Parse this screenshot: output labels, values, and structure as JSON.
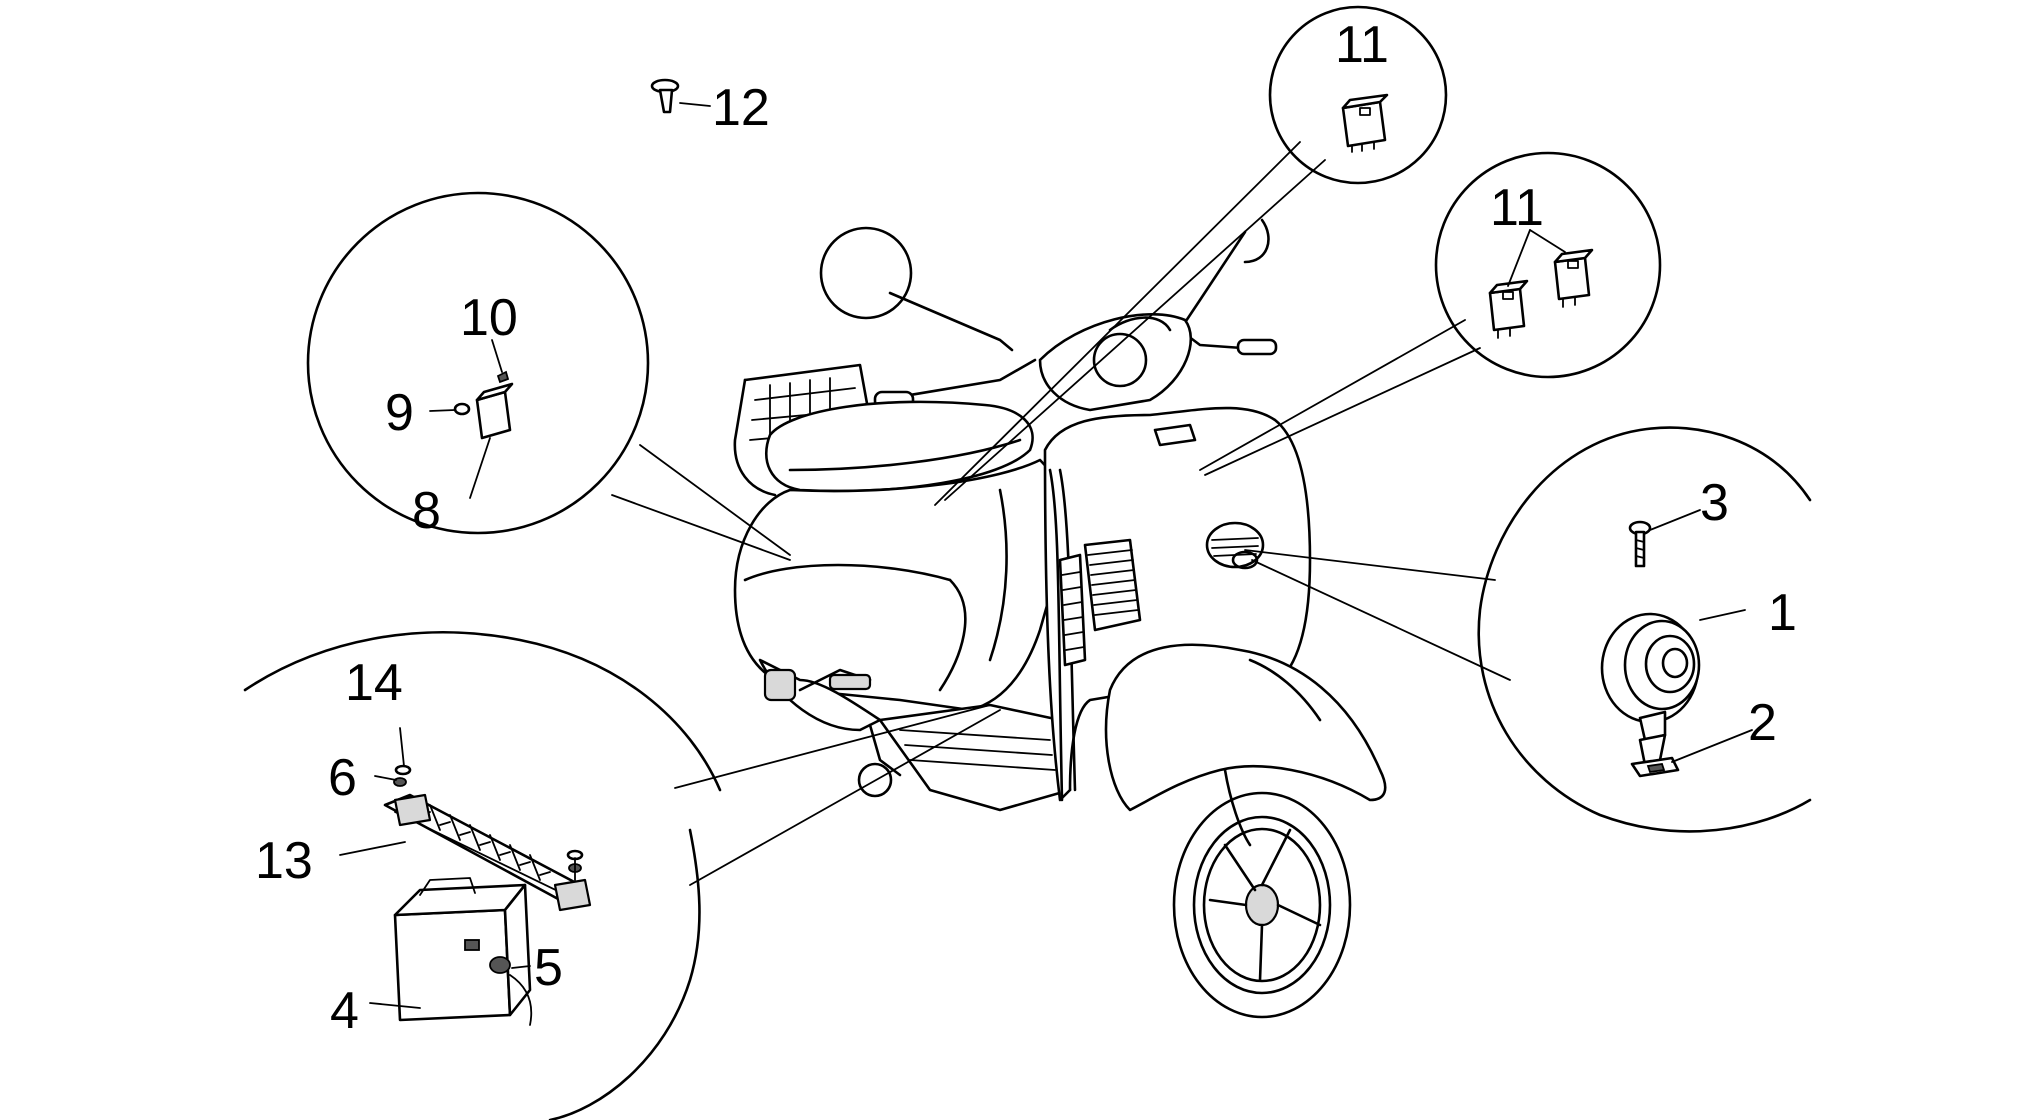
{
  "parts": [
    {
      "key": "p1",
      "number": "1"
    },
    {
      "key": "p2",
      "number": "2"
    },
    {
      "key": "p3",
      "number": "3"
    },
    {
      "key": "p4",
      "number": "4"
    },
    {
      "key": "p5",
      "number": "5"
    },
    {
      "key": "p6",
      "number": "6"
    },
    {
      "key": "p8",
      "number": "8"
    },
    {
      "key": "p9",
      "number": "9"
    },
    {
      "key": "p10",
      "number": "10"
    },
    {
      "key": "p11a",
      "number": "11"
    },
    {
      "key": "p11b",
      "number": "11"
    },
    {
      "key": "p12",
      "number": "12"
    },
    {
      "key": "p13",
      "number": "13"
    },
    {
      "key": "p14",
      "number": "14"
    }
  ],
  "icons": [
    "scooter-icon",
    "horn-icon",
    "battery-icon",
    "relay-icon",
    "fuse-box-icon",
    "clip-icon"
  ]
}
